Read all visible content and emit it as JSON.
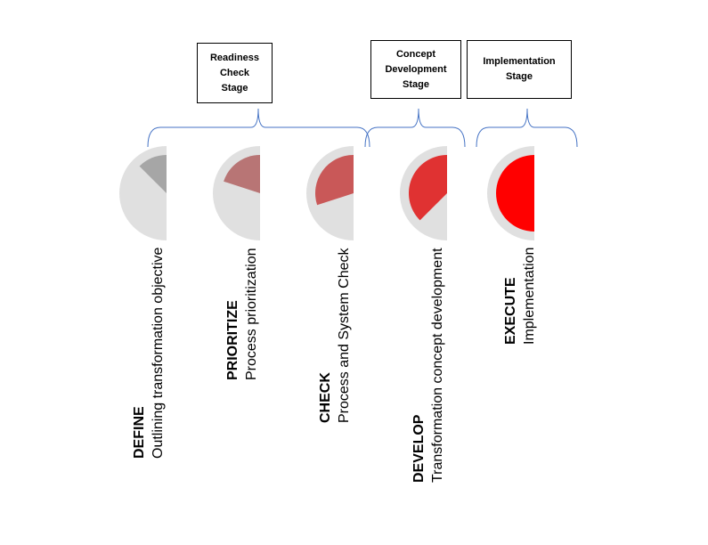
{
  "stages": [
    {
      "label": "Readiness\nCheck\nStage"
    },
    {
      "label": "Concept\nDevelopment\nStage"
    },
    {
      "label": "Implementation\nStage"
    }
  ],
  "steps": [
    {
      "title": "DEFINE",
      "desc": "Outlining transformation objective",
      "fill_fraction": 0.125,
      "color": "#a6a6a6"
    },
    {
      "title": "PRIORITIZE",
      "desc": "Process prioritization",
      "fill_fraction": 0.2,
      "color": "#b87575"
    },
    {
      "title": "CHECK",
      "desc": "Process and System Check",
      "fill_fraction": 0.3,
      "color": "#c95858"
    },
    {
      "title": "DEVELOP",
      "desc": "Transformation concept development",
      "fill_fraction": 0.375,
      "color": "#e03232"
    },
    {
      "title": "EXECUTE",
      "desc": "Implementation",
      "fill_fraction": 0.5,
      "color": "#ff0000"
    }
  ],
  "colors": {
    "track": "#e0e0e0",
    "bracket": "#4472c4"
  }
}
